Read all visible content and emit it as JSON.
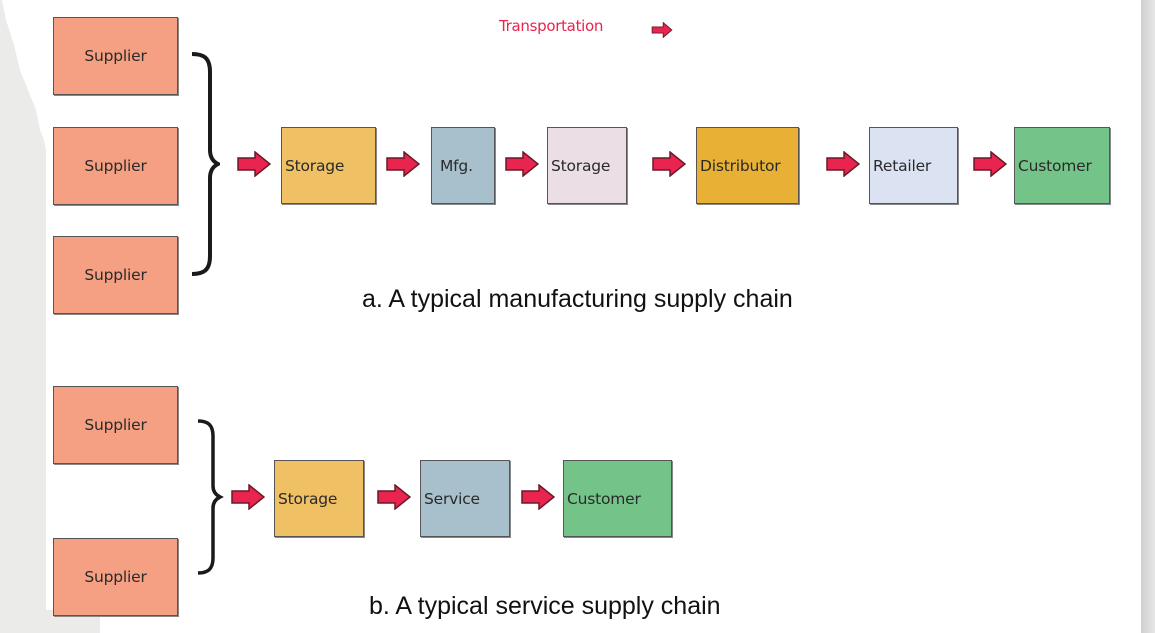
{
  "legend": {
    "label": "Transportation",
    "icon": "arrow-right-icon",
    "color": "#e8244f"
  },
  "manufacturing": {
    "caption": "a. A typical manufacturing supply chain",
    "suppliers": [
      "Supplier",
      "Supplier",
      "Supplier"
    ],
    "stages": [
      {
        "label": "Storage",
        "color": "#efc064"
      },
      {
        "label": "Mfg.",
        "color": "#a8bfcc"
      },
      {
        "label": "Storage",
        "color": "#ebdfe5"
      },
      {
        "label": "Distributor",
        "color": "#e8b034"
      },
      {
        "label": "Retailer",
        "color": "#dbe3f3"
      },
      {
        "label": "Customer",
        "color": "#74c48a"
      }
    ]
  },
  "service": {
    "caption": "b. A typical service supply chain",
    "suppliers": [
      "Supplier",
      "Supplier"
    ],
    "stages": [
      {
        "label": "Storage",
        "color": "#efc064"
      },
      {
        "label": "Service",
        "color": "#a8bfcc"
      },
      {
        "label": "Customer",
        "color": "#74c48a"
      }
    ]
  },
  "colors": {
    "supplier": "#f5a083",
    "arrow": "#e8244f"
  }
}
